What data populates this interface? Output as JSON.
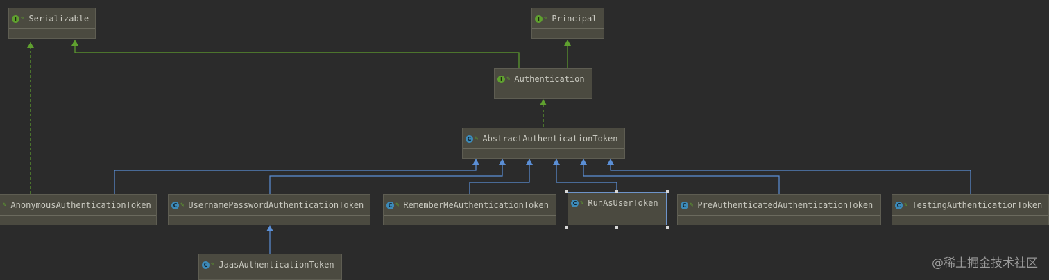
{
  "nodes": [
    {
      "id": "serializable",
      "label": "Serializable",
      "kind": "interface",
      "badge": "I"
    },
    {
      "id": "principal",
      "label": "Principal",
      "kind": "interface",
      "badge": "I"
    },
    {
      "id": "authentication",
      "label": "Authentication",
      "kind": "interface",
      "badge": "I"
    },
    {
      "id": "abstract-token",
      "label": "AbstractAuthenticationToken",
      "kind": "class",
      "badge": "C"
    },
    {
      "id": "anonymous-token",
      "label": "AnonymousAuthenticationToken",
      "kind": "class",
      "badge": "C"
    },
    {
      "id": "username-password-token",
      "label": "UsernamePasswordAuthenticationToken",
      "kind": "class",
      "badge": "C"
    },
    {
      "id": "remember-me-token",
      "label": "RememberMeAuthenticationToken",
      "kind": "class",
      "badge": "C"
    },
    {
      "id": "run-as-user-token",
      "label": "RunAsUserToken",
      "kind": "class",
      "badge": "C",
      "selected": true
    },
    {
      "id": "pre-authenticated-token",
      "label": "PreAuthenticatedAuthenticationToken",
      "kind": "class",
      "badge": "C"
    },
    {
      "id": "testing-token",
      "label": "TestingAuthenticationToken",
      "kind": "class",
      "badge": "C"
    },
    {
      "id": "jaas-token",
      "label": "JaasAuthenticationToken",
      "kind": "class",
      "badge": "C"
    }
  ],
  "colors": {
    "implements": "#5fa02f",
    "extends": "#5b8fd6"
  },
  "watermark": "@稀土掘金技术社区"
}
